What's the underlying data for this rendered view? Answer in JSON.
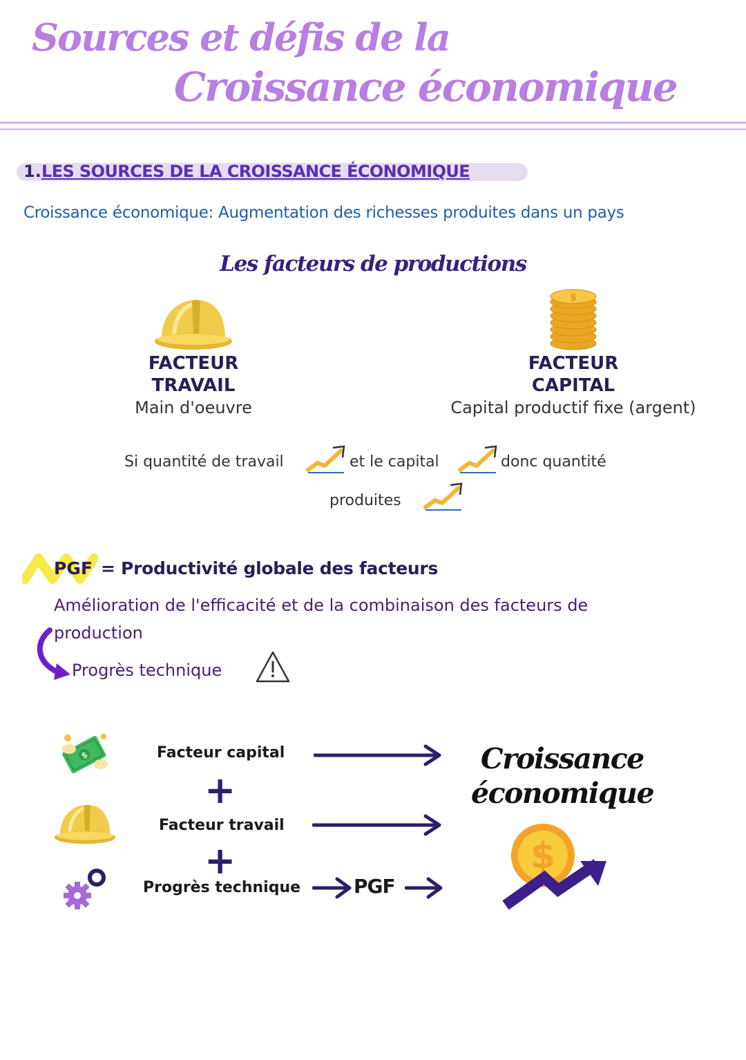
{
  "title": {
    "line1": "Sources et défis de la",
    "line2": "Croissance économique"
  },
  "section1": {
    "number": "1.",
    "title": "LES SOURCES DE LA CROISSANCE ÉCONOMIQUE"
  },
  "definition": "Croissance économique: Augmentation des richesses  produites dans un pays",
  "facteurs_title": "Les facteurs de productions",
  "facteur_travail": {
    "line1": "FACTEUR",
    "line2": "TRAVAIL",
    "subtitle": "Main d'oeuvre",
    "icon": "hard-hat-icon"
  },
  "facteur_capital": {
    "line1": "FACTEUR",
    "line2": "CAPITAL",
    "subtitle": "Capital productif fixe (argent)",
    "icon": "coin-stack-icon"
  },
  "sentence": {
    "part1": "Si quantité de travail",
    "part2": "et le capital",
    "part3": "donc quantité",
    "part4": "produites",
    "icon": "trend-up-icon"
  },
  "pgf": {
    "acronym": "PGF",
    "definition": "= Productivité  globale des  facteurs",
    "description": "Amélioration de l'efficacité et de la combinaison des facteurs de production",
    "result": "Progrès technique",
    "result_icon": "warning-icon"
  },
  "diagram": {
    "items": [
      {
        "label": "Facteur capital",
        "icon": "money-icon"
      },
      {
        "label": "Facteur travail",
        "icon": "hard-hat-icon"
      },
      {
        "label": "Progrès technique",
        "icon": "gears-icon"
      }
    ],
    "plus": "+",
    "pgf_label": "PGF",
    "result_line1": "Croissance",
    "result_line2": "économique",
    "result_icon": "dollar-growth-icon"
  },
  "colors": {
    "title": "#b77fe0",
    "section_title": "#5a2fb3",
    "definition": "#1f5ea8",
    "dark_purple": "#2e1e6a",
    "gold": "#f3c23a"
  }
}
